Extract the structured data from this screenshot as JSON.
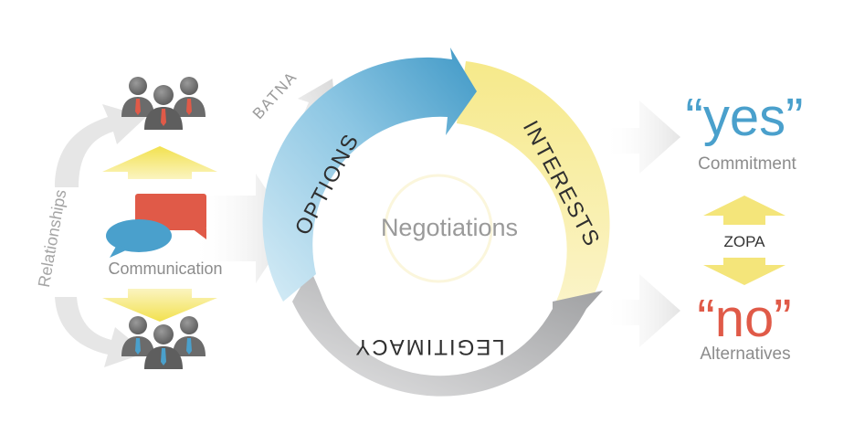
{
  "center": {
    "title": "Negotiations"
  },
  "cycle": {
    "options": "OPTIONS",
    "interests": "INTERESTS",
    "legitimacy": "LEGITIMACY"
  },
  "left": {
    "relationships": "Relationships",
    "communication": "Communication",
    "batna": "BATNA"
  },
  "right": {
    "yes": "“yes”",
    "commitment": "Commitment",
    "zopa": "ZOPA",
    "no": "“no”",
    "alternatives": "Alternatives"
  },
  "colors": {
    "blue": "#4aa0cc",
    "yellow": "#f4e57a",
    "gray": "#a8a9ab",
    "red": "#e05a48",
    "label_gray": "#8c8c8c"
  },
  "icons": [
    "people-group-red-ties-icon",
    "chat-bubbles-icon",
    "people-group-blue-ties-icon"
  ]
}
